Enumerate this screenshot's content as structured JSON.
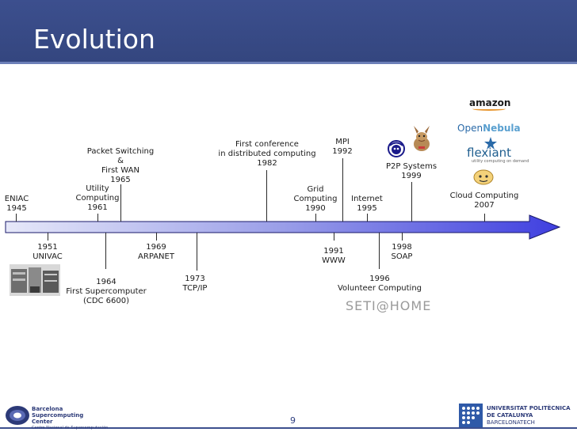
{
  "title": "Evolution",
  "page_number": "9",
  "events_above": [
    {
      "id": "eniac",
      "lines": [
        "ENIAC",
        "1945"
      ]
    },
    {
      "id": "utility",
      "lines": [
        "Utility",
        "Computing",
        "1961"
      ]
    },
    {
      "id": "packet",
      "lines": [
        "Packet Switching",
        "&",
        "First WAN",
        "1965"
      ]
    },
    {
      "id": "conference",
      "lines": [
        "First conference",
        "in distributed computing",
        "1982"
      ]
    },
    {
      "id": "grid",
      "lines": [
        "Grid",
        "Computing",
        "1990"
      ]
    },
    {
      "id": "mpi",
      "lines": [
        "MPI",
        "1992"
      ]
    },
    {
      "id": "internet",
      "lines": [
        "Internet",
        "1995"
      ]
    },
    {
      "id": "p2p",
      "lines": [
        "P2P Systems",
        "1999"
      ]
    },
    {
      "id": "cloud",
      "lines": [
        "Cloud Computing",
        "2007"
      ]
    }
  ],
  "events_below": [
    {
      "id": "univac",
      "lines": [
        "1951",
        "UNIVAC"
      ]
    },
    {
      "id": "supercomputer",
      "lines": [
        "1964",
        "First Supercomputer",
        "(CDC 6600)"
      ]
    },
    {
      "id": "arpanet",
      "lines": [
        "1969",
        "ARPANET"
      ]
    },
    {
      "id": "tcpip",
      "lines": [
        "1973",
        "TCP/IP"
      ]
    },
    {
      "id": "www",
      "lines": [
        "1991",
        "WWW"
      ]
    },
    {
      "id": "volunteer",
      "lines": [
        "1996",
        "Volunteer Computing"
      ]
    },
    {
      "id": "soap",
      "lines": [
        "1998",
        "SOAP"
      ]
    }
  ],
  "logos": {
    "amazon": "amazon",
    "opennebula_a": "Open",
    "opennebula_b": "Nebula",
    "flexiant": "flexiant",
    "flexiant_sub": "utility computing on demand",
    "seti": "SETI@HOME"
  },
  "footer": {
    "bsc_lines": [
      "Barcelona",
      "Supercomputing",
      "Center"
    ],
    "bsc_sub": "Centro Nacional de Supercomputación",
    "upc_lines": [
      "UNIVERSITAT POLITÈCNICA",
      "DE CATALUNYA",
      "BARCELONATECH"
    ]
  },
  "colors": {
    "header": "#3c4f8e",
    "arrow_start": "#e6e8f9",
    "arrow_end": "#3f3fe0",
    "text_blue": "#2e3e80"
  }
}
